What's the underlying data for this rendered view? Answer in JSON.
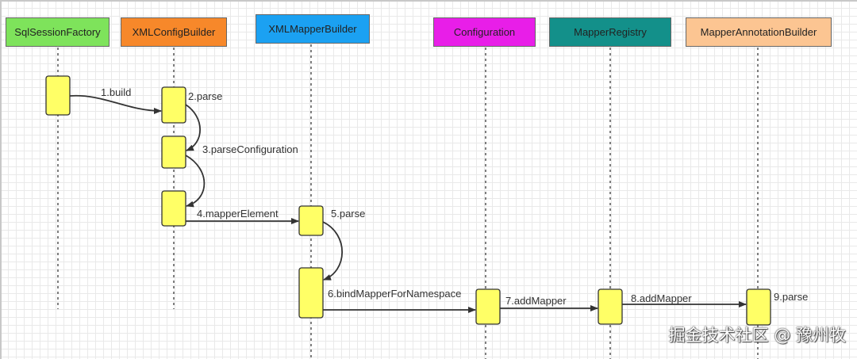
{
  "participants": [
    {
      "id": "p1",
      "label": "SqlSessionFactory",
      "fill": "#7ee35b"
    },
    {
      "id": "p2",
      "label": "XMLConfigBuilder",
      "fill": "#f7882a"
    },
    {
      "id": "p3",
      "label": "XMLMapperBuilder",
      "fill": "#1ba1f2"
    },
    {
      "id": "p4",
      "label": "Configuration",
      "fill": "#e81ee8"
    },
    {
      "id": "p5",
      "label": "MapperRegistry",
      "fill": "#13908a"
    },
    {
      "id": "p6",
      "label": "MapperAnnotationBuilder",
      "fill": "#fcc592"
    }
  ],
  "messages": [
    {
      "id": "m1",
      "label": "1.build",
      "from": "p1",
      "to": "p2"
    },
    {
      "id": "m2",
      "label": "2.parse",
      "from": "p2",
      "to": "p2"
    },
    {
      "id": "m3",
      "label": "3.parseConfiguration",
      "from": "p2",
      "to": "p2"
    },
    {
      "id": "m4",
      "label": "4.mapperElement",
      "from": "p2",
      "to": "p3"
    },
    {
      "id": "m5",
      "label": "5.parse",
      "from": "p3",
      "to": "p3"
    },
    {
      "id": "m6",
      "label": "6.bindMapperForNamespace",
      "from": "p3",
      "to": "p4"
    },
    {
      "id": "m7",
      "label": "7.addMapper",
      "from": "p4",
      "to": "p5"
    },
    {
      "id": "m8",
      "label": "8.addMapper",
      "from": "p5",
      "to": "p6"
    },
    {
      "id": "m9",
      "label": "9.parse",
      "from": "p6",
      "to": "p6"
    }
  ],
  "colors": {
    "activation_fill": "#ffff66",
    "activation_stroke": "#333333",
    "arrow": "#333333",
    "lifeline": "#555555"
  },
  "watermark": "掘金技术社区 @ 豫州牧"
}
